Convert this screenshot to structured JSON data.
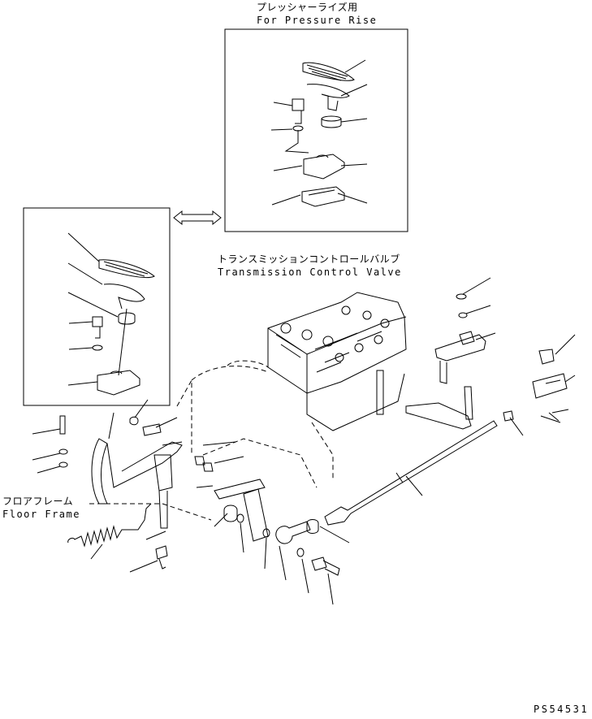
{
  "labels": {
    "pressure_rise_jp": "プレッシャーライズ用",
    "pressure_rise_en": "For Pressure Rise",
    "tcv_jp": "トランスミッションコントロールバルブ",
    "tcv_en": "Transmission Control Valve",
    "floor_frame_jp": "フロアフレーム",
    "floor_frame_en": "Floor Frame",
    "part_code": "PS54531"
  },
  "colors": {
    "line": "#000000",
    "background": "#ffffff"
  }
}
